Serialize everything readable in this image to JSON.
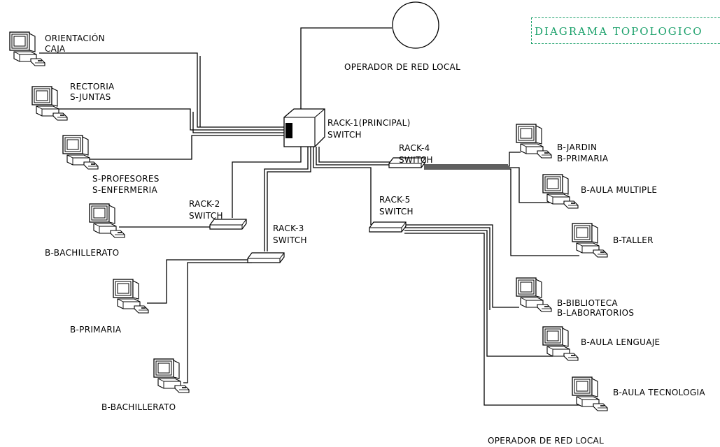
{
  "title": "DIAGRAMA TOPOLOGICO",
  "operator_top": "OPERADOR DE RED LOCAL",
  "operator_bottom": "OPERADOR DE RED LOCAL",
  "racks": {
    "rack1": [
      "RACK-1(PRINCIPAL)",
      "SWITCH"
    ],
    "rack2": [
      "RACK-2",
      "SWITCH"
    ],
    "rack3": [
      "RACK-3",
      "SWITCH"
    ],
    "rack4": [
      "RACK-4",
      "SWITCH"
    ],
    "rack5": [
      "RACK-5",
      "SWITCH"
    ]
  },
  "workstations": {
    "orientacion": [
      "ORIENTACIÓN",
      "CAJA"
    ],
    "rectoria": [
      "RECTORIA",
      "S-JUNTAS"
    ],
    "profesores": [
      "S-PROFESORES",
      "S-ENFERMERIA"
    ],
    "bachillerato_left": [
      "B-BACHILLERATO"
    ],
    "primaria_left": [
      "B-PRIMARIA"
    ],
    "bachillerato_bottom": [
      "B-BACHILLERATO"
    ],
    "jardin": [
      "B-JARDIN",
      "B-PRIMARIA"
    ],
    "aula_multiple": [
      "B-AULA MULTIPLE"
    ],
    "taller": [
      "B-TALLER"
    ],
    "biblioteca": [
      "B-BIBLIOTECA",
      "B-LABORATORIOS"
    ],
    "aula_lenguaje": [
      "B-AULA LENGUAJE"
    ],
    "aula_tecnologia": [
      "B-AULA TECNOLOGIA"
    ]
  },
  "colors": {
    "lines": "#000000",
    "title": "#1aa06a",
    "background": "#ffffff"
  }
}
